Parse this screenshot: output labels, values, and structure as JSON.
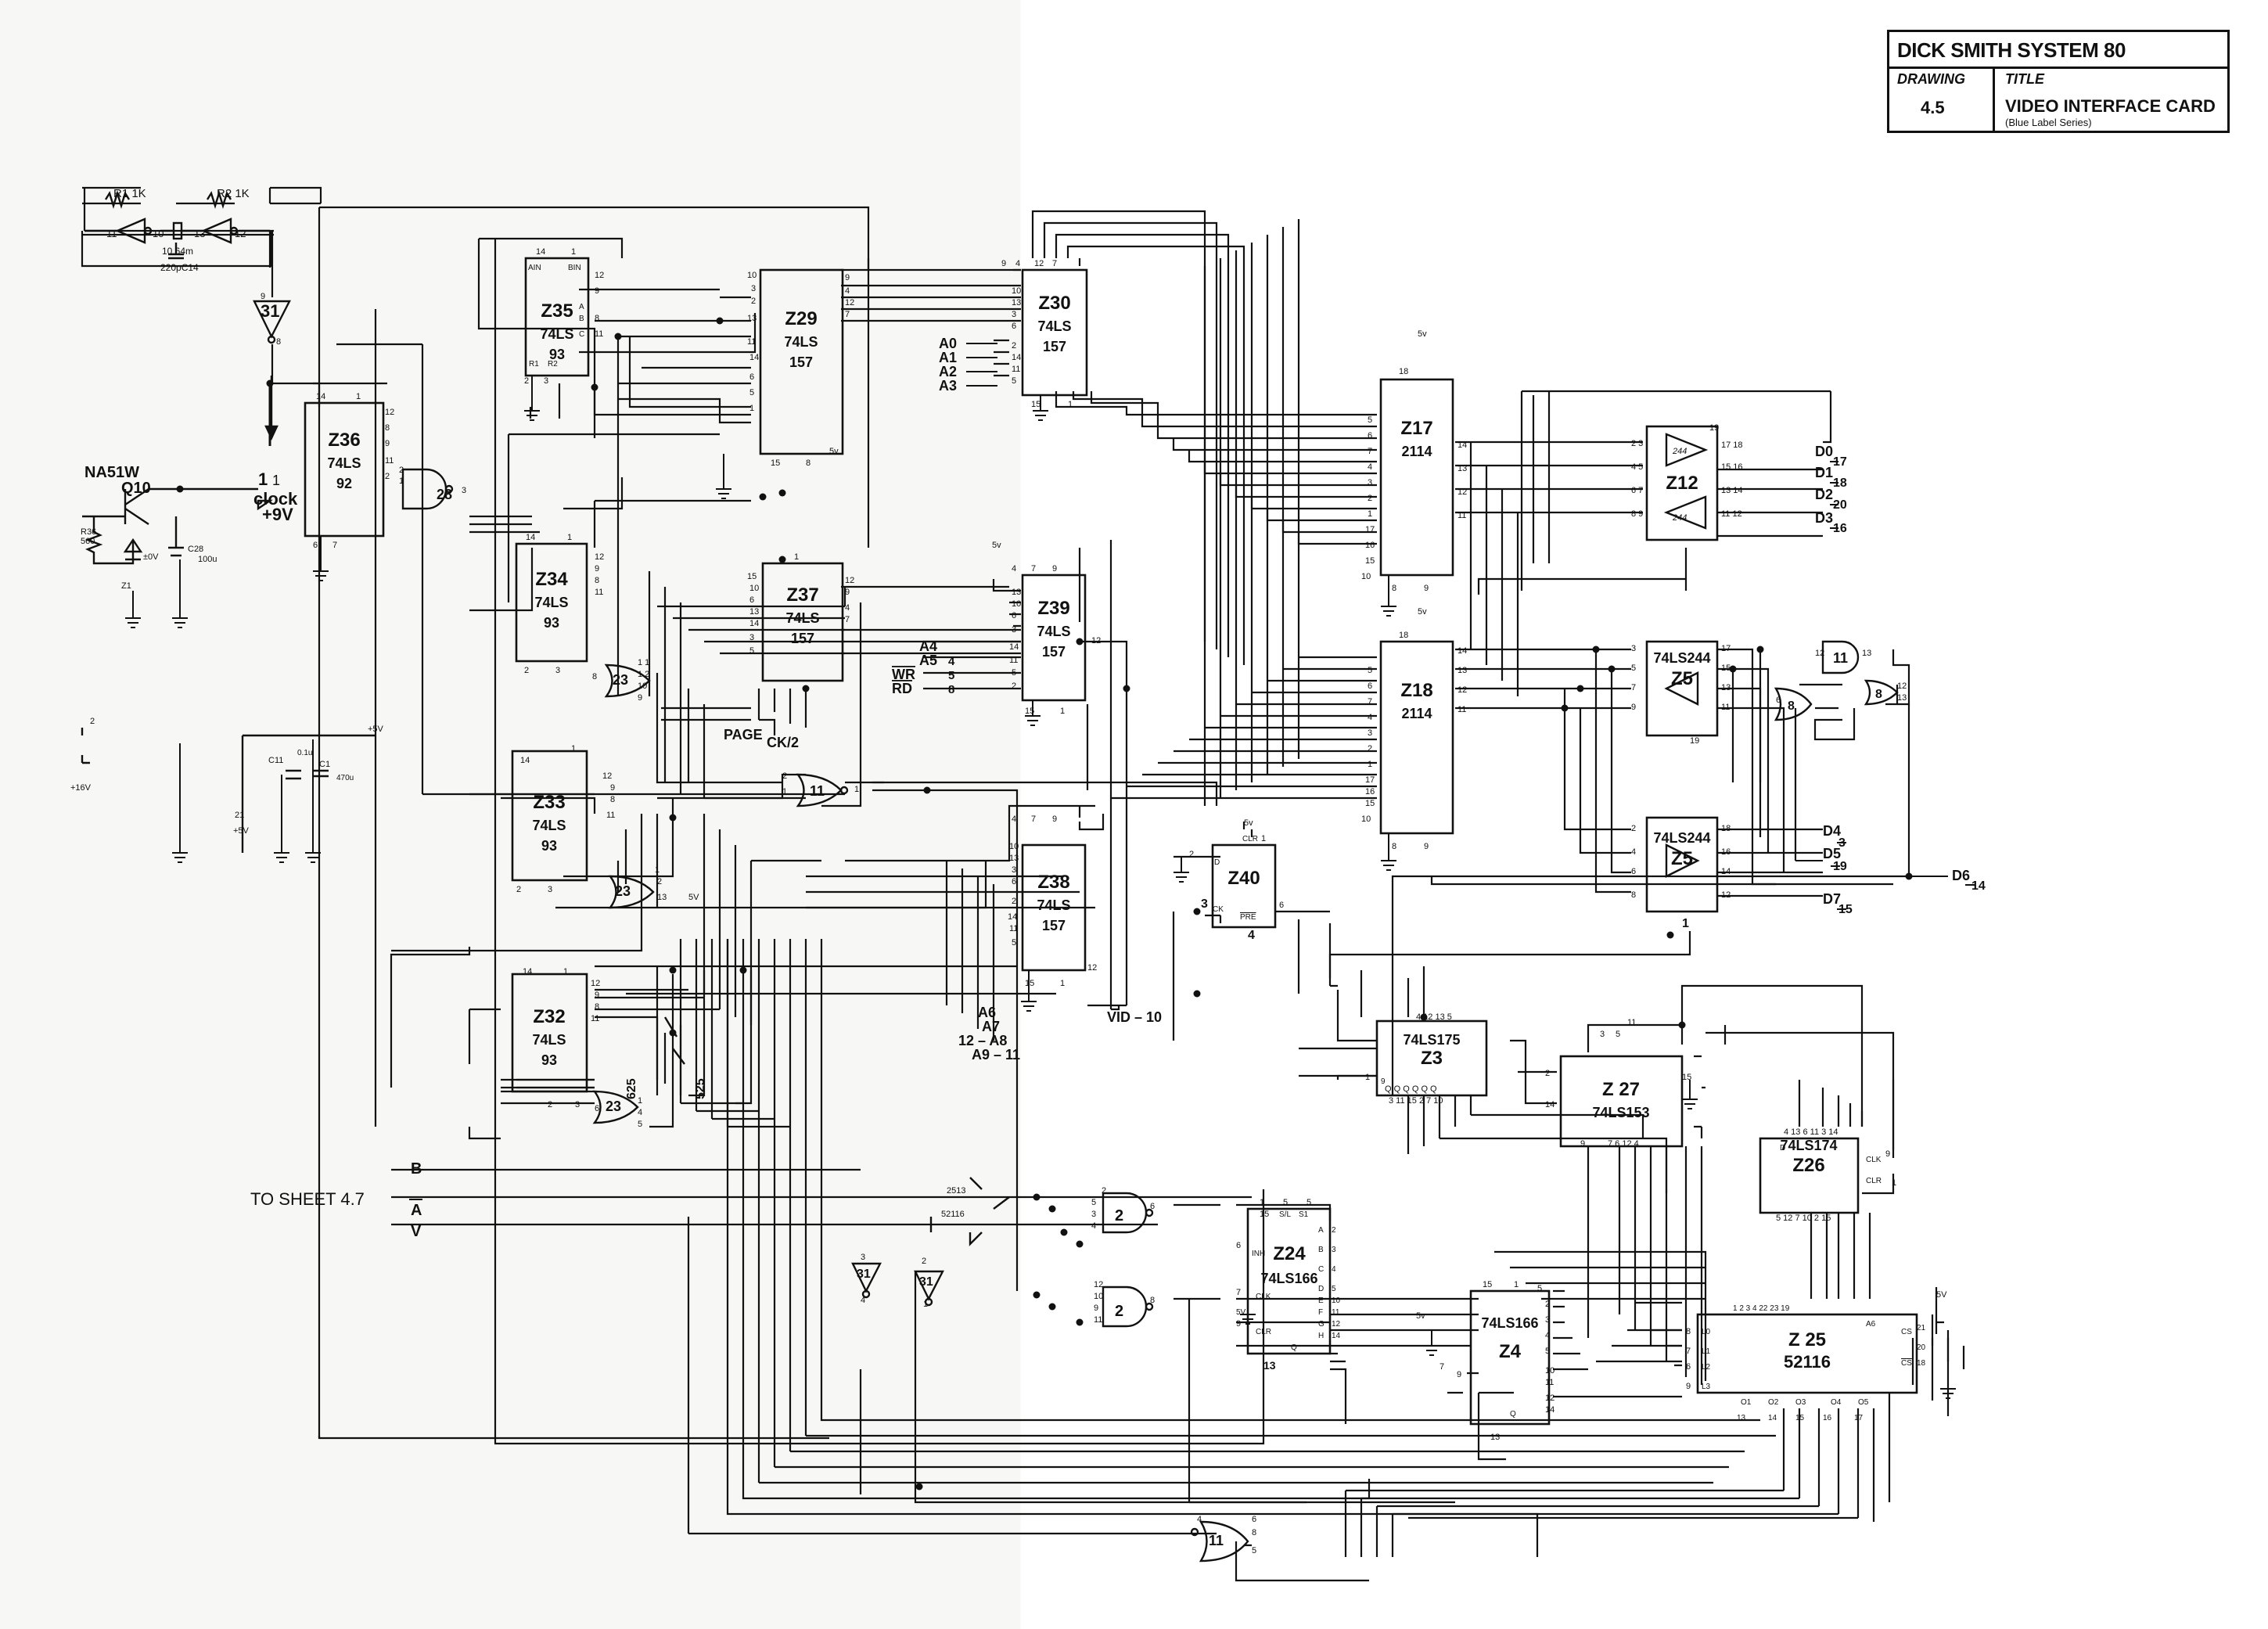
{
  "title_block": {
    "system": "DICK SMITH SYSTEM 80",
    "drawing_label": "DRAWING",
    "drawing_number": "4.5",
    "title_label": "TITLE",
    "title": "VIDEO INTERFACE CARD",
    "subtitle": "(Blue Label Series)"
  },
  "oscillator": {
    "r1": "R1  1K",
    "r2": "R2  1K",
    "crystal": "10.64m",
    "cap": "220pC14",
    "pins": [
      "11",
      "10",
      "13",
      "12"
    ],
    "buffer": "31",
    "buffer_pins": [
      "9",
      "8"
    ],
    "clock_label": "clock",
    "clock_num": "1"
  },
  "power": {
    "transistor": "NA51W",
    "q": "Q10",
    "r36": "R36\n560",
    "zener": "Z1",
    "zv": "±0V",
    "c28": "C28\n100u",
    "plus9": "+9V",
    "plus16": "+16V",
    "plus5_in": "+5V",
    "c11": "C11",
    "c11_val": "0.1u",
    "c1": "C1",
    "c1_val": "470u",
    "plus5": "+5V",
    "n2": "2",
    "n21": "21"
  },
  "chips": [
    {
      "id": "Z35",
      "lines": [
        "74LS",
        "93"
      ]
    },
    {
      "id": "Z29",
      "lines": [
        "74LS",
        "157"
      ]
    },
    {
      "id": "Z30",
      "lines": [
        "74LS",
        "157"
      ]
    },
    {
      "id": "Z36",
      "lines": [
        "74LS",
        "92"
      ]
    },
    {
      "id": "Z34",
      "lines": [
        "74LS",
        "93"
      ]
    },
    {
      "id": "Z37",
      "lines": [
        "74LS",
        "157"
      ]
    },
    {
      "id": "Z39",
      "lines": [
        "74LS",
        "157"
      ]
    },
    {
      "id": "Z33",
      "lines": [
        "74LS",
        "93"
      ]
    },
    {
      "id": "Z38",
      "lines": [
        "74LS",
        "157"
      ]
    },
    {
      "id": "Z32",
      "lines": [
        "74LS",
        "93"
      ]
    },
    {
      "id": "Z40",
      "lines": []
    },
    {
      "id": "Z17",
      "lines": [
        "2114"
      ]
    },
    {
      "id": "Z18",
      "lines": [
        "2114"
      ]
    },
    {
      "id": "Z12",
      "lines": []
    },
    {
      "id": "Z5",
      "lines": [
        "74LS244"
      ]
    },
    {
      "id": "Z5",
      "lines": [
        "74LS244"
      ]
    },
    {
      "id": "Z3",
      "lines": [
        "74LS175"
      ]
    },
    {
      "id": "Z 27",
      "lines": [
        "74LS153"
      ]
    },
    {
      "id": "Z26",
      "lines": [
        "74LS174"
      ]
    },
    {
      "id": "Z24",
      "lines": [
        "74LS166"
      ]
    },
    {
      "id": "Z4",
      "lines": [
        "74LS166"
      ]
    },
    {
      "id": "Z 25",
      "lines": [
        "52116"
      ]
    }
  ],
  "gates": [
    {
      "num": "28"
    },
    {
      "num": "23"
    },
    {
      "num": "23"
    },
    {
      "num": "23"
    },
    {
      "num": "11"
    },
    {
      "num": "2"
    },
    {
      "num": "2"
    },
    {
      "num": "31"
    },
    {
      "num": "31"
    },
    {
      "num": "11"
    },
    {
      "num": "11"
    },
    {
      "num": "8"
    },
    {
      "num": "8"
    }
  ],
  "signals": {
    "addr": [
      "A0",
      "A1",
      "A2",
      "A3"
    ],
    "z39_in": [
      "A4",
      "A5",
      "WR",
      "RD"
    ],
    "z39_pins": [
      "4",
      "5",
      "8"
    ],
    "page": "PAGE",
    "ck2": "CK/2",
    "a6": "A6",
    "a7": "A7",
    "a8": "12 – A8",
    "a9": "A9 – 11",
    "vid": "VID – 10",
    "d0": "D0",
    "d0n": "17",
    "d1": "D1",
    "d1n": "18",
    "d2": "D2",
    "d2n": "20",
    "d3": "D3",
    "d3n": "16",
    "d4": "D4",
    "d4n": "3",
    "d5": "D5",
    "d5n": "19",
    "d6": "D6",
    "d6n": "14",
    "d7": "D7",
    "d7n": "15",
    "b": "B",
    "a": "A",
    "v": "V",
    "to_sheet": "TO SHEET 4.7",
    "n625": "625",
    "n525": "525",
    "n2513": "2513",
    "n52116": "52116",
    "five_v": "5v"
  }
}
